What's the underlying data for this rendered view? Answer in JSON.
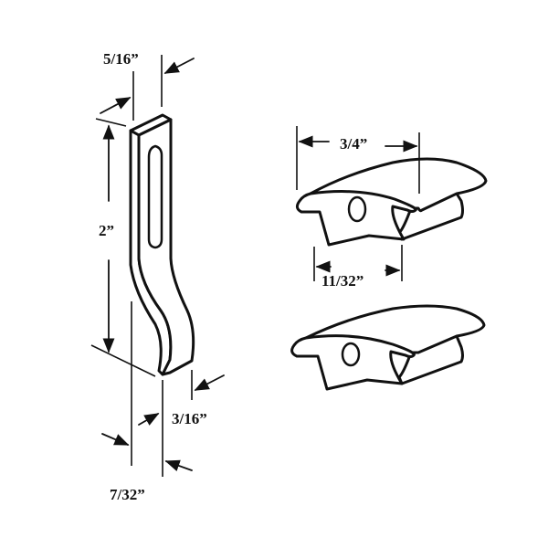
{
  "diagram": {
    "type": "technical-dimension-drawing",
    "background": "#ffffff",
    "line_color": "#111111",
    "parts": [
      {
        "id": "bracket",
        "description": "Vertical slotted bracket with bent foot",
        "dimensions": {
          "width_top": "5/16”",
          "height": "2”",
          "foot_width": "3/16”",
          "thickness": "7/32”"
        }
      },
      {
        "id": "guide-upper",
        "description": "Extruded guide profile with hole (dimensioned)",
        "dimensions": {
          "overall_width": "3/4”",
          "base_width": "11/32”"
        }
      },
      {
        "id": "guide-lower",
        "description": "Extruded guide profile with hole (second view)"
      }
    ],
    "labels": {
      "top_width": "5/16”",
      "height": "2”",
      "foot_width": "3/16”",
      "thickness": "7/32”",
      "guide_width": "3/4”",
      "guide_base": "11/32”"
    }
  }
}
